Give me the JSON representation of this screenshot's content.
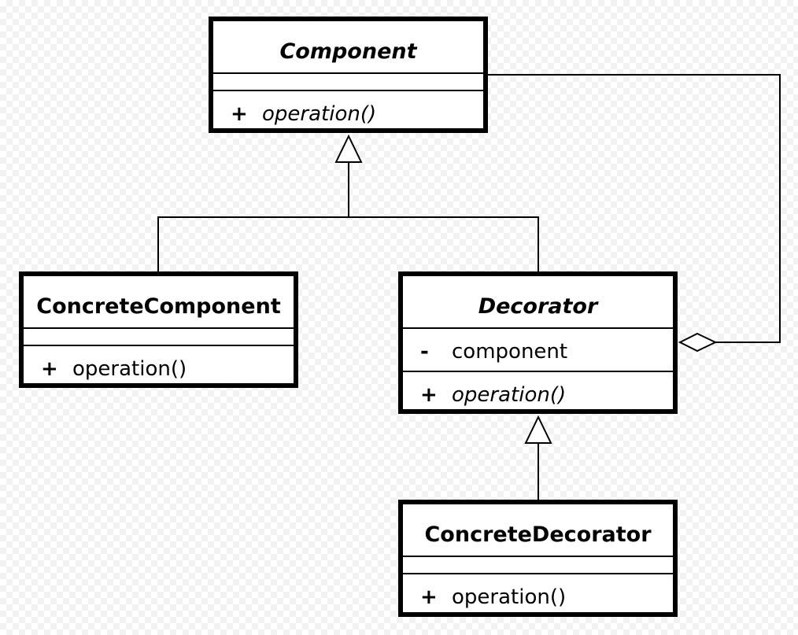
{
  "classes": {
    "component": {
      "name": "Component",
      "operations": [
        {
          "visibility": "+",
          "text": "operation()"
        }
      ]
    },
    "concrete_component": {
      "name": "ConcreteComponent",
      "operations": [
        {
          "visibility": "+",
          "text": "operation()"
        }
      ]
    },
    "decorator": {
      "name": "Decorator",
      "attributes": [
        {
          "visibility": "-",
          "text": "component"
        }
      ],
      "operations": [
        {
          "visibility": "+",
          "text": "operation()"
        }
      ]
    },
    "concrete_decorator": {
      "name": "ConcreteDecorator",
      "operations": [
        {
          "visibility": "+",
          "text": "operation()"
        }
      ]
    }
  },
  "relationships": [
    {
      "type": "generalization",
      "from": "ConcreteComponent",
      "to": "Component"
    },
    {
      "type": "generalization",
      "from": "Decorator",
      "to": "Component"
    },
    {
      "type": "generalization",
      "from": "ConcreteDecorator",
      "to": "Decorator"
    },
    {
      "type": "aggregation",
      "whole": "Decorator",
      "part": "Component"
    }
  ],
  "colors": {
    "line": "#000000",
    "box_fill": "#ffffff"
  }
}
